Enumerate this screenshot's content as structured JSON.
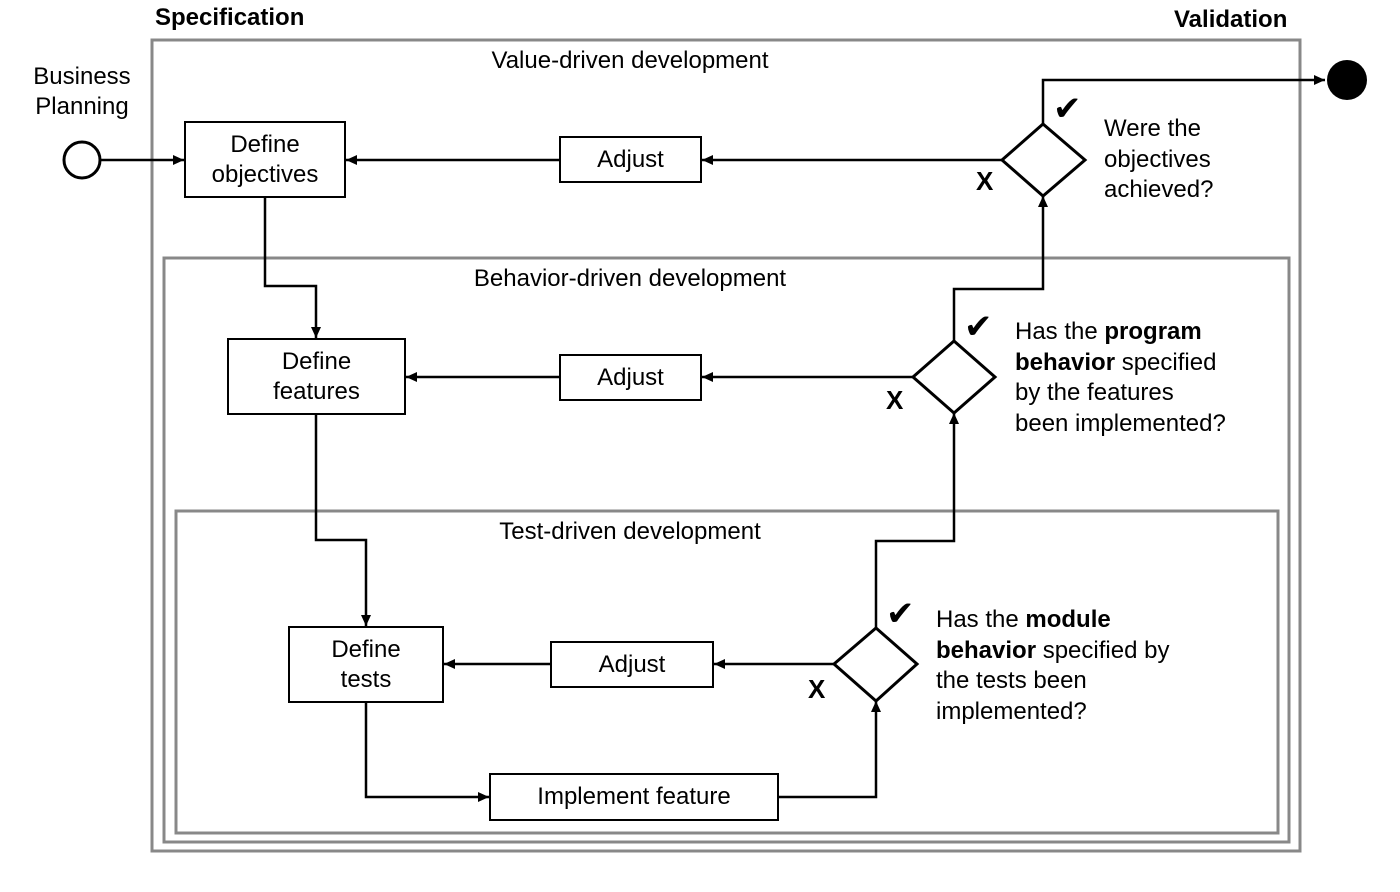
{
  "headers": {
    "specification": "Specification",
    "validation": "Validation"
  },
  "start": {
    "line1": "Business",
    "line2": "Planning"
  },
  "frames": {
    "value": "Value-driven development",
    "behavior": "Behavior-driven development",
    "test": "Test-driven development"
  },
  "boxes": {
    "define_objectives": {
      "line1": "Define",
      "line2": "objectives"
    },
    "define_features": {
      "line1": "Define",
      "line2": "features"
    },
    "define_tests": {
      "line1": "Define",
      "line2": "tests"
    },
    "adjust_value": "Adjust",
    "adjust_behavior": "Adjust",
    "adjust_test": "Adjust",
    "implement_feature": "Implement feature"
  },
  "decisions": {
    "value": {
      "line1": "Were the",
      "line2": "objectives",
      "line3": "achieved?"
    },
    "behavior": {
      "l1_pre": "Has the ",
      "l1_bold": "program",
      "l2_bold": "behavior",
      "l2_post": " specified",
      "l3": "by the features",
      "l4": "been implemented?"
    },
    "test": {
      "l1_pre": "Has the ",
      "l1_bold": "module",
      "l2_bold": "behavior",
      "l2_post": " specified by",
      "l3": "the tests been",
      "l4": "implemented?"
    }
  },
  "marks": {
    "yes": "✔",
    "no": "X"
  }
}
